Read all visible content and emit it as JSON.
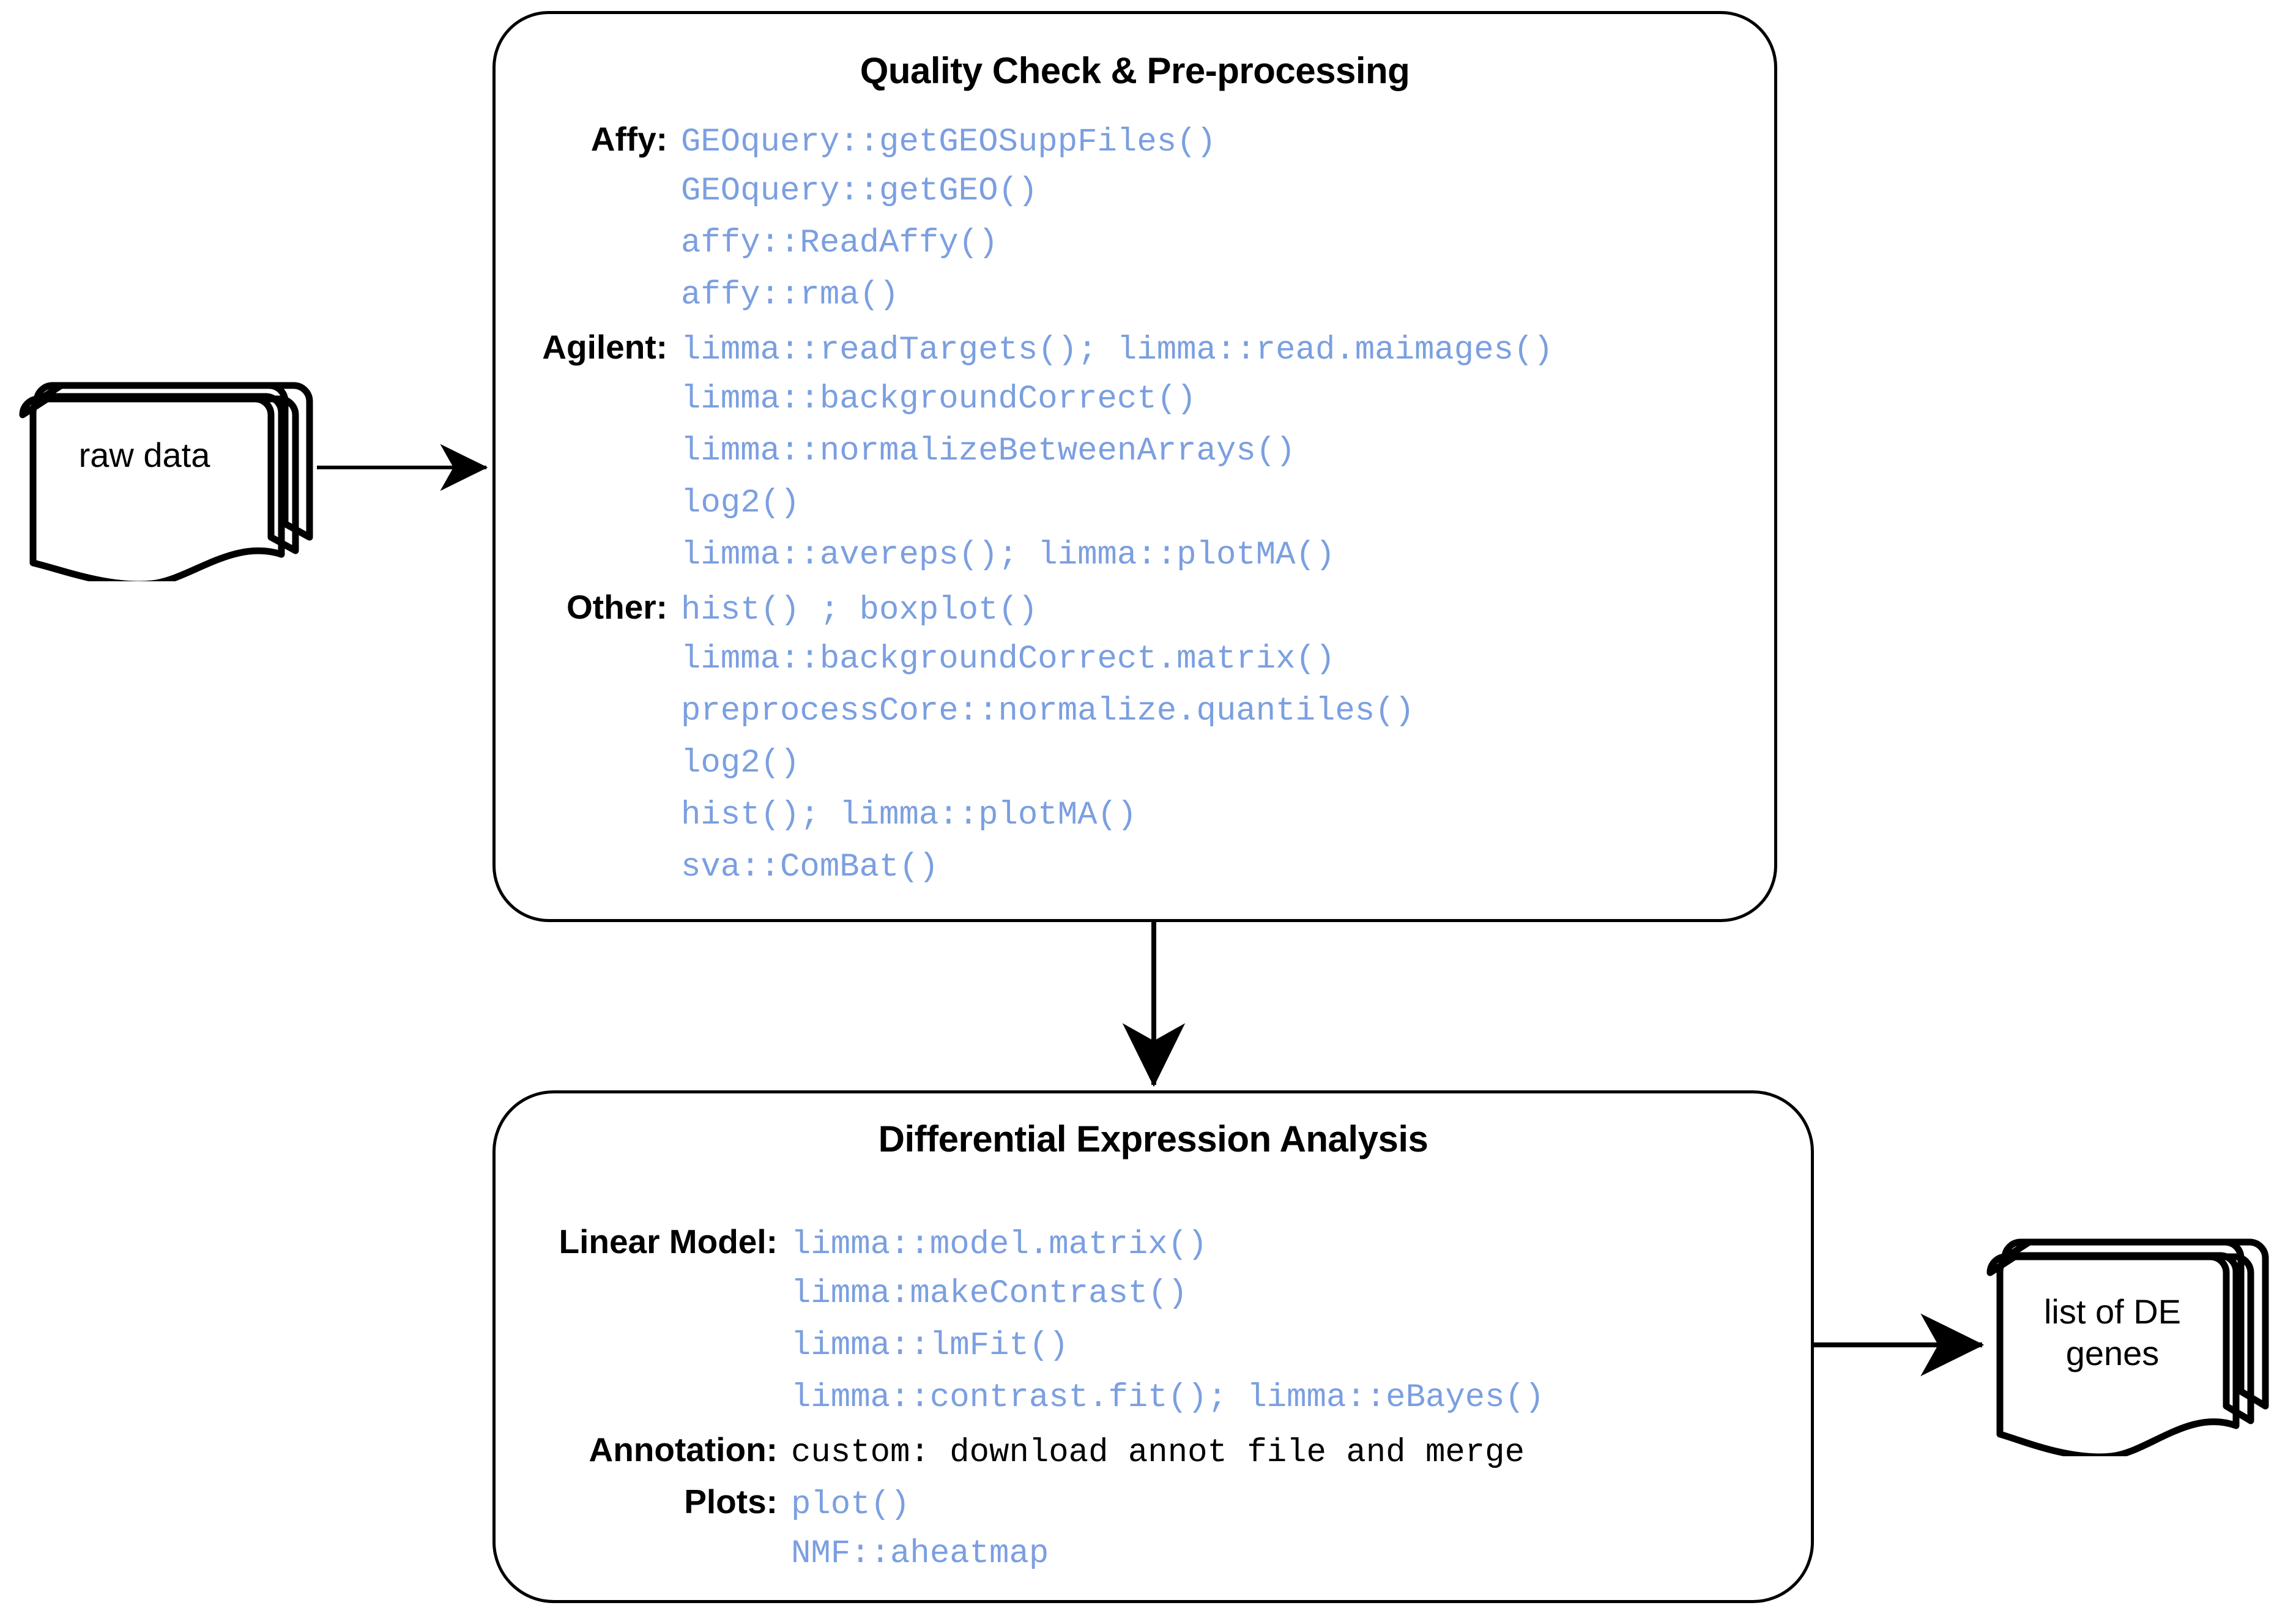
{
  "diagram": {
    "title_qc": "Quality Check & Pre-processing",
    "title_de": "Differential Expression Analysis",
    "accent_code_color": "#7b9fe0",
    "stroke_color": "#000000",
    "background_color": "#ffffff"
  },
  "nodes": {
    "raw_data": {
      "label": "raw data",
      "shape": "document-stack"
    },
    "de_genes": {
      "label": "list of DE\ngenes",
      "shape": "document-stack"
    }
  },
  "qc_box": {
    "title": "Quality Check & Pre-processing",
    "rows": [
      {
        "label": "Affy:",
        "code": "GEOquery::getGEOSuppFiles()"
      },
      {
        "label": "",
        "code": "GEOquery::getGEO()"
      },
      {
        "label": "",
        "code": "affy::ReadAffy()"
      },
      {
        "label": "",
        "code": "affy::rma()"
      },
      {
        "label": "Agilent:",
        "code": "limma::readTargets(); limma::read.maimages()"
      },
      {
        "label": "",
        "code": "limma::backgroundCorrect()"
      },
      {
        "label": "",
        "code": "limma::normalizeBetweenArrays()"
      },
      {
        "label": "",
        "code": "log2()"
      },
      {
        "label": "",
        "code": "limma::avereps(); limma::plotMA()"
      },
      {
        "label": "Other:",
        "code": "hist() ; boxplot()"
      },
      {
        "label": "",
        "code": "limma::backgroundCorrect.matrix()"
      },
      {
        "label": "",
        "code": "preprocessCore::normalize.quantiles()"
      },
      {
        "label": "",
        "code": "log2()"
      },
      {
        "label": "",
        "code": "hist(); limma::plotMA()"
      },
      {
        "label": "",
        "code": "sva::ComBat()"
      }
    ]
  },
  "de_box": {
    "title": "Differential Expression Analysis",
    "rows": [
      {
        "label": "Linear Model:",
        "code": "limma::model.matrix()",
        "plain": false
      },
      {
        "label": "",
        "code": "limma:makeContrast()",
        "plain": false
      },
      {
        "label": "",
        "code": "limma::lmFit()",
        "plain": false
      },
      {
        "label": "",
        "code": "limma::contrast.fit(); limma::eBayes()",
        "plain": false
      },
      {
        "label": "Annotation:",
        "code": "custom: download annot file and merge",
        "plain": true
      },
      {
        "label": "Plots:",
        "code": "plot()",
        "plain": false
      },
      {
        "label": "",
        "code": "NMF::aheatmap",
        "plain": false
      }
    ]
  },
  "edges": [
    {
      "from": "raw_data",
      "to": "qc_box",
      "direction": "right"
    },
    {
      "from": "qc_box",
      "to": "de_box",
      "direction": "down"
    },
    {
      "from": "de_box",
      "to": "de_genes",
      "direction": "right"
    }
  ]
}
